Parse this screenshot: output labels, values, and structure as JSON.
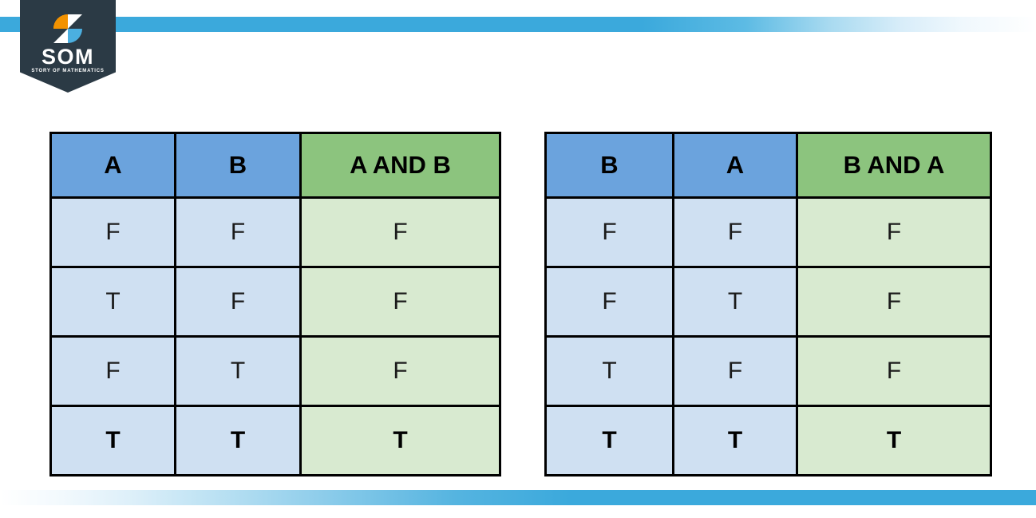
{
  "brand": {
    "name": "SOM",
    "tagline": "STORY OF MATHEMATICS",
    "mark_icon": "som-s-mark-icon",
    "colors": {
      "shield": "#2B3A45",
      "mark_orange": "#F29200",
      "mark_blue": "#4BAFE0",
      "mark_white": "#FFFFFF"
    }
  },
  "decor": {
    "accent_color": "#3BA9DC",
    "top_bar_name": "top-accent-bar",
    "bottom_bar_name": "bottom-accent-bar"
  },
  "palette": {
    "header_input": "#6BA3DD",
    "header_output": "#8CC47E",
    "cell_input": "#CFE0F2",
    "cell_output": "#D8EAD0",
    "border": "#000000"
  },
  "tables": [
    {
      "id": "a-and-b",
      "headers": [
        "A",
        "B",
        "A AND B"
      ],
      "rows": [
        [
          "F",
          "F",
          "F"
        ],
        [
          "T",
          "F",
          "F"
        ],
        [
          "F",
          "T",
          "F"
        ],
        [
          "T",
          "T",
          "T"
        ]
      ],
      "bold_row_index": 3
    },
    {
      "id": "b-and-a",
      "headers": [
        "B",
        "A",
        "B AND A"
      ],
      "rows": [
        [
          "F",
          "F",
          "F"
        ],
        [
          "F",
          "T",
          "F"
        ],
        [
          "T",
          "F",
          "F"
        ],
        [
          "T",
          "T",
          "T"
        ]
      ],
      "bold_row_index": 3
    }
  ]
}
